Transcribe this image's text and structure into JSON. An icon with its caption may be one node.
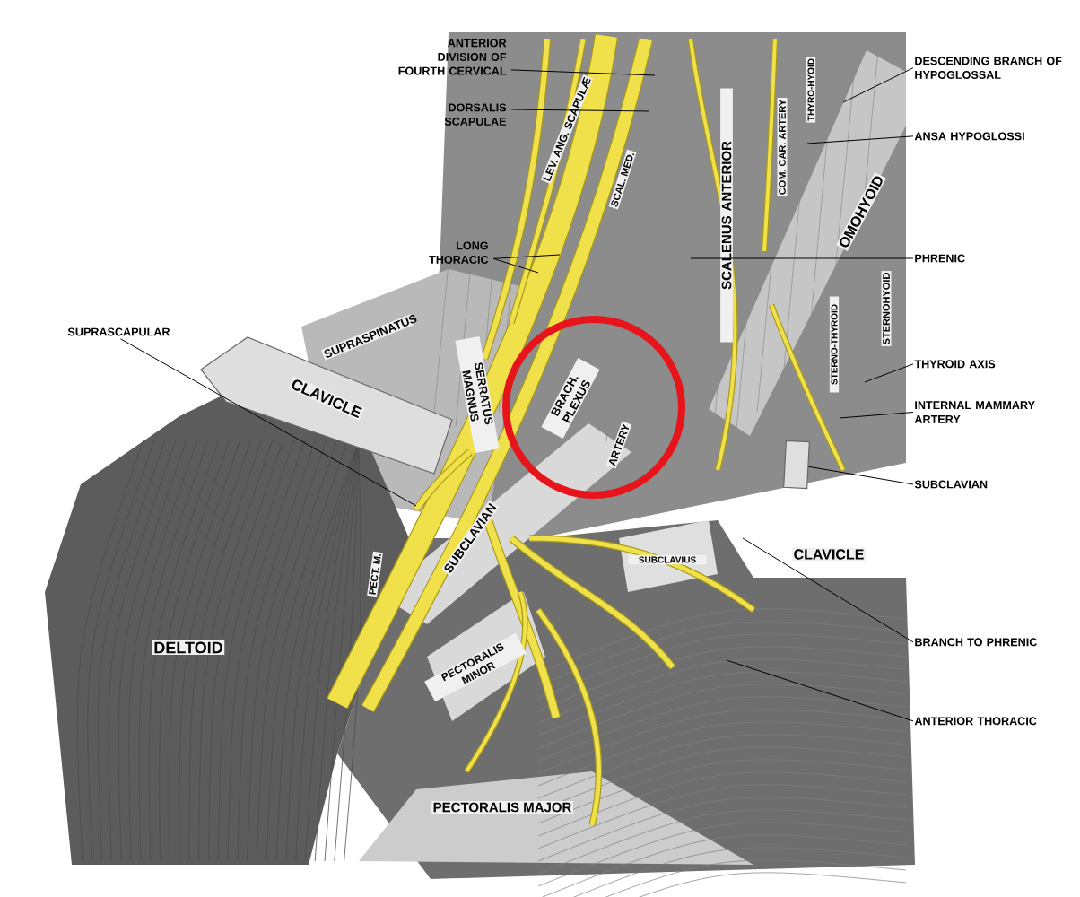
{
  "diagram": {
    "nodes": [
      {
        "text": [
          "ANTERIOR DIVISION OF FOURTH CERVICAL"
        ]
      },
      {
        "text": [
          "DORSALIS SCAPULAE"
        ]
      },
      {
        "text": [
          "LONG THORACIC"
        ]
      },
      {
        "text": [
          "SUPRASCAPULAR"
        ]
      },
      {
        "text": [
          "DESCENDING BRANCH OF HYPOGLOSSAL"
        ]
      },
      {
        "text": [
          "ANSA HYPOGLOSSI"
        ]
      },
      {
        "text": [
          "PHRENIC"
        ]
      },
      {
        "text": [
          "THYROID AXIS"
        ]
      },
      {
        "text": [
          "INTERNAL MAMMARY ARTERY"
        ]
      },
      {
        "text": [
          "SUBCLAVIAN"
        ]
      },
      {
        "text": [
          "BRANCH TO PHRENIC"
        ]
      },
      {
        "text": [
          "ANTERIOR THORACIC"
        ]
      },
      {
        "text": [],
        "shape": "box"
      }
    ],
    "edges": [
      {
        "from": 0,
        "to": null,
        "arrow": "none"
      },
      {
        "from": 1,
        "to": null,
        "arrow": "none"
      },
      {
        "from": 2,
        "to": null,
        "arrow": "none"
      },
      {
        "from": 2,
        "to": null,
        "arrow": "none"
      },
      {
        "from": 3,
        "to": null,
        "arrow": "none"
      },
      {
        "from": 4,
        "to": null,
        "arrow": "none"
      },
      {
        "from": 5,
        "to": null,
        "arrow": "none"
      },
      {
        "from": 6,
        "to": null,
        "arrow": "none"
      },
      {
        "from": 7,
        "to": null,
        "arrow": "none"
      },
      {
        "from": 8,
        "to": null,
        "arrow": "none"
      },
      {
        "from": 9,
        "to": 12,
        "arrow": "none"
      },
      {
        "from": 10,
        "to": null,
        "arrow": "none"
      },
      {
        "from": 11,
        "to": null,
        "arrow": "none"
      }
    ],
    "labels": [
      "LEV. ANG. SCAPULÆ",
      "SCAL. MED.",
      "SCALENUS ANTERIOR",
      "COM. CAR. ARTERY",
      "THYRO-HYOID",
      "OMOHYOID",
      "SUPRASPINATUS",
      "SERRATUS MAGNUS",
      "CLAVICLE",
      "BRACH. PLEXUS",
      "ARTERY",
      "STERNO-THYROID",
      "STERNOHYOID",
      "SUBCLAVIAN",
      "SUBCLAVIUS",
      "CLAVICLE",
      "PECT. M.",
      "DELTOID",
      "PECTORALIS MINOR",
      "PECTORALIS MAJOR"
    ]
  }
}
